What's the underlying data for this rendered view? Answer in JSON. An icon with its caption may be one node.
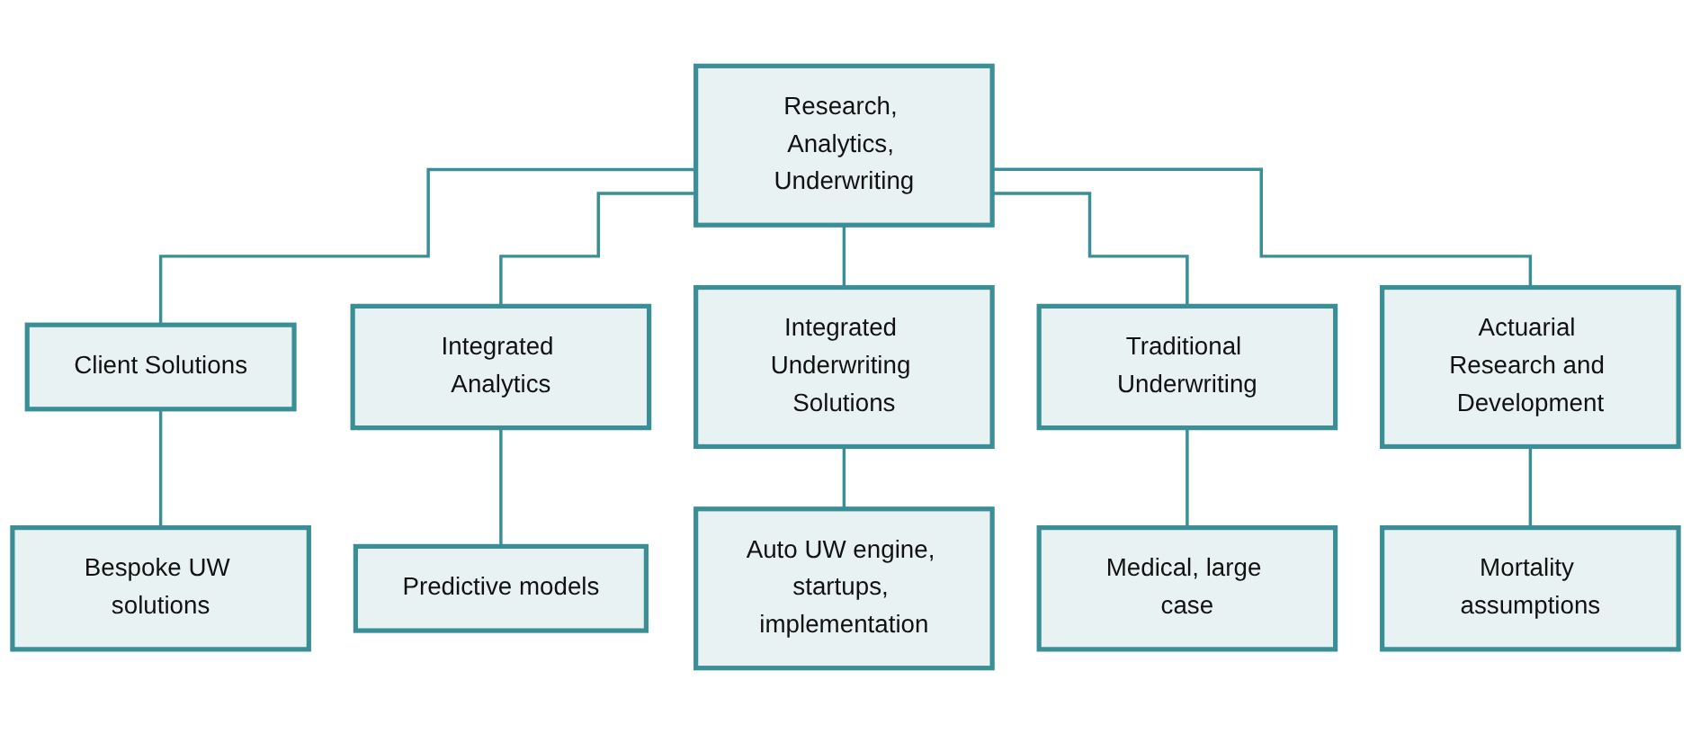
{
  "diagram": {
    "nodes": [
      {
        "text": [
          "Research, Analytics, Underwriting"
        ]
      },
      {
        "text": [
          "Client Solutions"
        ]
      },
      {
        "text": [
          "Integrated Analytics"
        ]
      },
      {
        "text": [
          "Integrated Underwriting Solutions"
        ]
      },
      {
        "text": [
          "Traditional Underwriting"
        ]
      },
      {
        "text": [
          "Actuarial Research and Development"
        ]
      },
      {
        "text": [
          "Bespoke UW solutions"
        ]
      },
      {
        "text": [
          "Predictive models"
        ]
      },
      {
        "text": [
          "Auto UW engine, startups, implementation"
        ]
      },
      {
        "text": [
          "Medical, large case"
        ]
      },
      {
        "text": [
          "Mortality assumptions"
        ]
      }
    ],
    "edges": [
      {
        "from": 0,
        "to": 1,
        "arrow": "none"
      },
      {
        "from": 0,
        "to": 2,
        "arrow": "none"
      },
      {
        "from": 0,
        "to": 3,
        "arrow": "none"
      },
      {
        "from": 0,
        "to": 4,
        "arrow": "none"
      },
      {
        "from": 0,
        "to": 5,
        "arrow": "none"
      },
      {
        "from": 1,
        "to": 6,
        "arrow": "none"
      },
      {
        "from": 2,
        "to": 7,
        "arrow": "none"
      },
      {
        "from": 3,
        "to": 8,
        "arrow": "none"
      },
      {
        "from": 4,
        "to": 9,
        "arrow": "none"
      },
      {
        "from": 5,
        "to": 10,
        "arrow": "none"
      }
    ]
  }
}
